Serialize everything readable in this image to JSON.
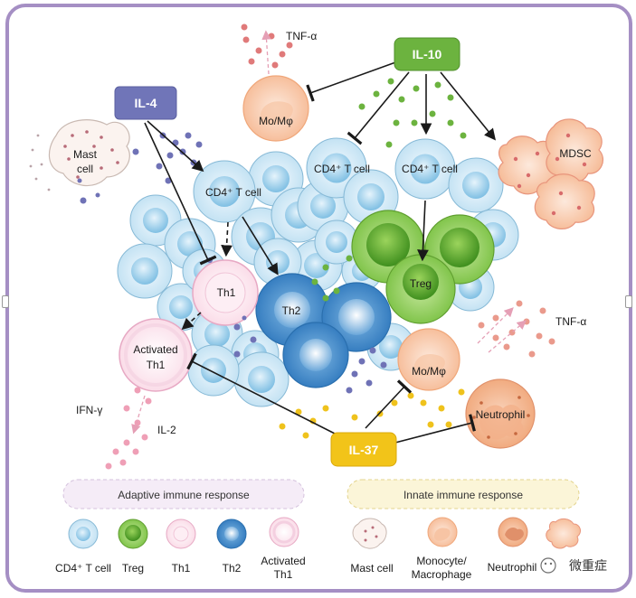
{
  "cytokines": {
    "il4": "IL-4",
    "il10": "IL-10",
    "il37": "IL-37",
    "tnf_top": "TNF-α",
    "tnf_right": "TNF-α",
    "ifn": "IFN-γ",
    "il2": "IL-2"
  },
  "cells": {
    "mast": [
      "Mast",
      "cell"
    ],
    "momphi_top": "Mo/Mφ",
    "momphi_bottom": "Mo/Mφ",
    "mdsc": "MDSC",
    "cd4_left": "CD4⁺ T cell",
    "cd4_mid": "CD4⁺ T cell",
    "cd4_right": "CD4⁺ T cell",
    "th1": "Th1",
    "th2": "Th2",
    "treg": "Treg",
    "activated_th1": [
      "Activated",
      "Th1"
    ],
    "neutrophil": "Neutrophil"
  },
  "legend": {
    "adaptive_title": "Adaptive immune response",
    "innate_title": "Innate immune response",
    "adaptive_items": [
      "CD4⁺ T cell",
      "Treg",
      "Th1",
      "Th2",
      "Activated Th1"
    ],
    "innate_items": [
      "Mast cell",
      "Monocyte/ Macrophage",
      "Neutrophil"
    ],
    "watermark": "微重症"
  },
  "colors": {
    "frame": "#a58fc4",
    "il4": "#7075b8",
    "il10": "#6cb33f",
    "il37": "#f2c419",
    "cd4": "#cde7f5",
    "th2": "#3c86c6",
    "treg": "#7cc242",
    "th1_fill": "#fce6ef",
    "th1_stroke": "#e7a9c4",
    "innate_cell": "#f8c7a9"
  }
}
